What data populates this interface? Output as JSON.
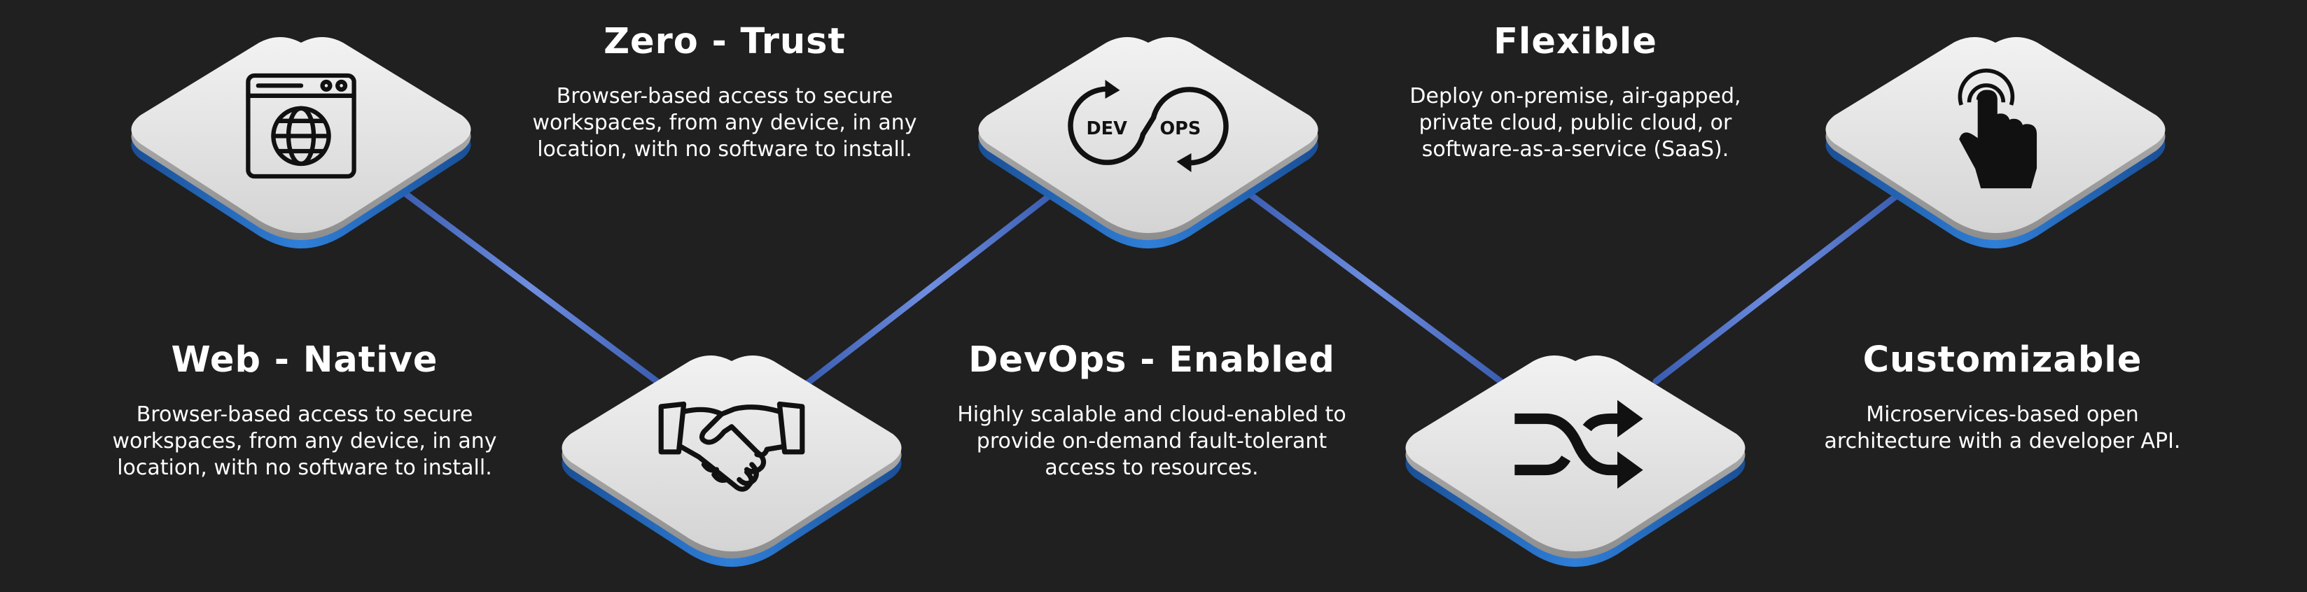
{
  "features": [
    {
      "title": "Zero - Trust",
      "description": "Browser-based access to secure\nworkspaces, from any device, in any\nlocation, with no software to install."
    },
    {
      "title": "Flexible",
      "description": "Deploy on-premise, air-gapped,\nprivate cloud, public cloud, or\nsoftware-as-a-service (SaaS)."
    },
    {
      "title": "Web - Native",
      "description": "Browser-based access to secure\nworkspaces, from any device, in any\nlocation, with no software to install."
    },
    {
      "title": "DevOps - Enabled",
      "description": "Highly scalable and cloud-enabled to\nprovide on-demand fault-tolerant\naccess to resources."
    },
    {
      "title": "Customizable",
      "description": "Microservices-based open\narchitecture with a developer API."
    }
  ],
  "tiles": [
    {
      "icon": "browser-globe-icon"
    },
    {
      "icon": "handshake-icon"
    },
    {
      "icon": "devops-icon",
      "label_left": "DEV",
      "label_right": "OPS"
    },
    {
      "icon": "shuffle-icon"
    },
    {
      "icon": "touch-tap-icon"
    }
  ],
  "colors": {
    "background": "#202020",
    "tile_face": "#e4e4e4",
    "tile_edge": "#1f5fae",
    "connector": "#4f6fc0",
    "text": "#ffffff"
  }
}
